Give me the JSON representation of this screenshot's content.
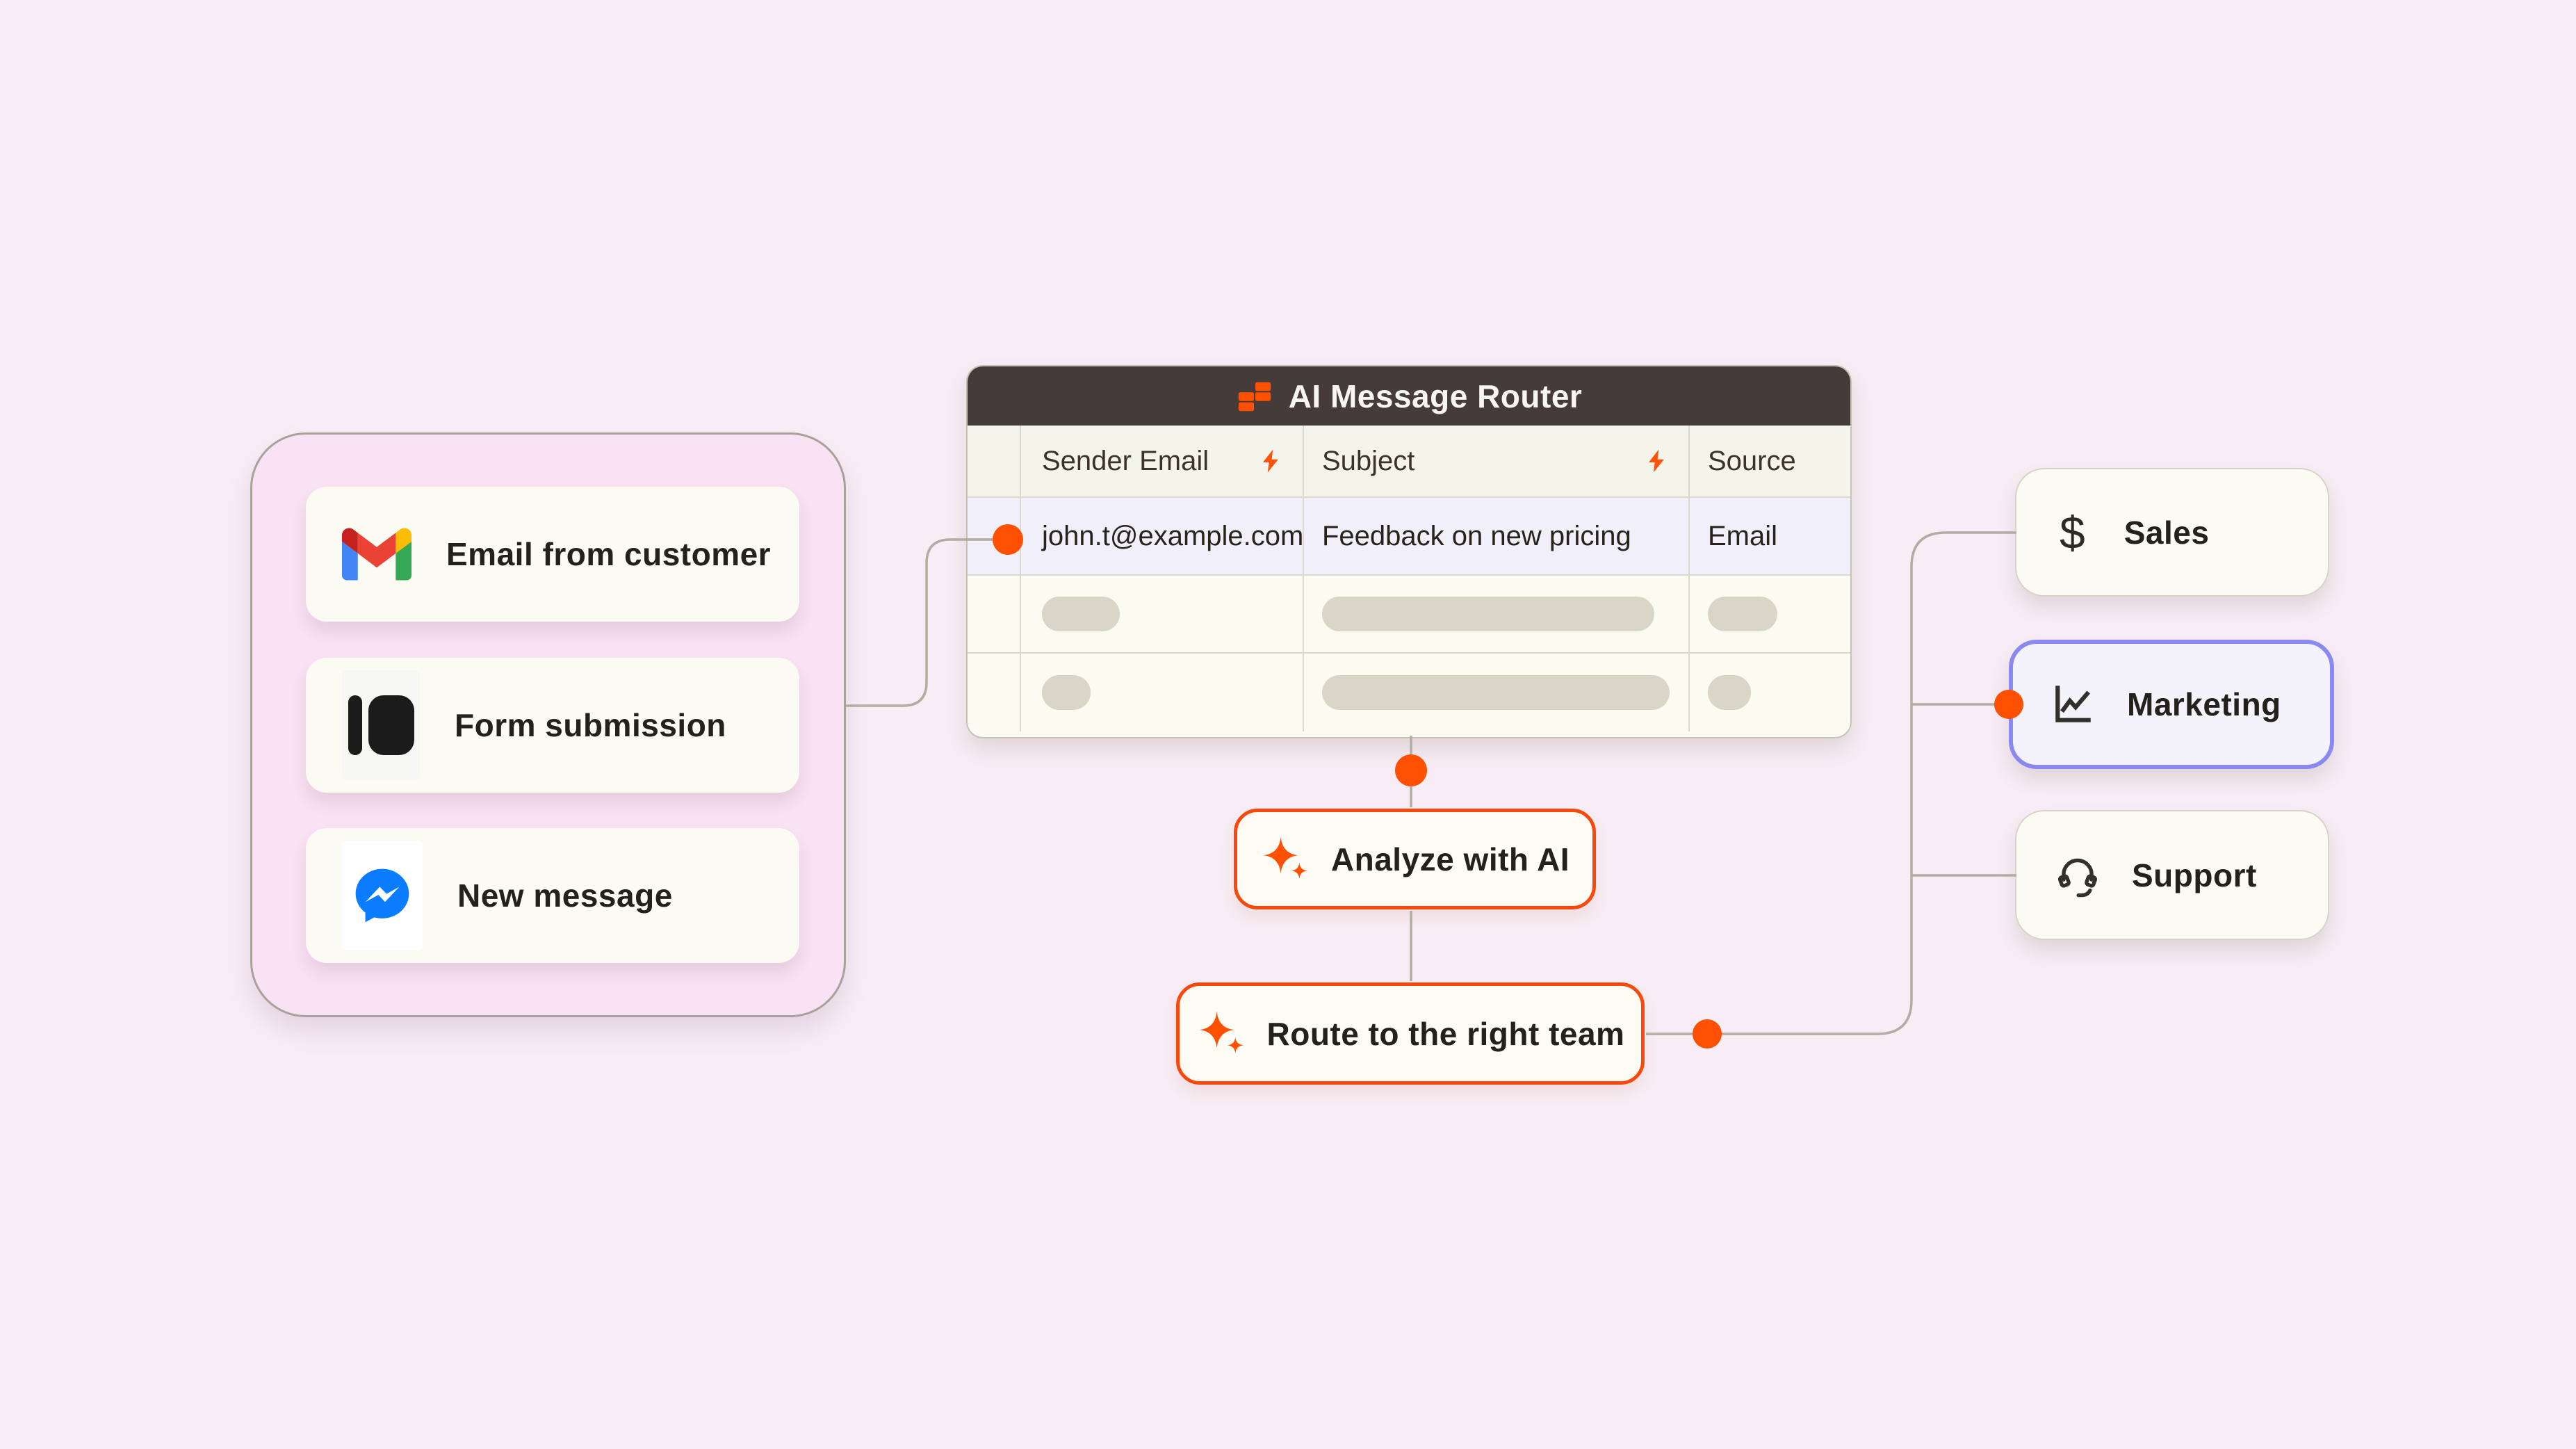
{
  "colors": {
    "accent_orange": "#ff4f00",
    "marketing_selected_border": "#8a89ef",
    "connector_gray": "#b3aca2",
    "table_header_bg": "#453b38",
    "panel_pink": "#f9e2f3",
    "card_cream": "#fcfbf3",
    "page_bg": "#f8edf5",
    "highlight_row_bg": "#f0effa"
  },
  "sources_panel": {
    "cards": [
      {
        "label": "Email from customer",
        "icon": "gmail-icon"
      },
      {
        "label": "Form submission",
        "icon": "typeform-icon"
      },
      {
        "label": "New message",
        "icon": "messenger-icon"
      }
    ]
  },
  "router_table": {
    "title": "AI Message Router",
    "title_icon": "tables-icon",
    "columns": {
      "sender": "Sender Email",
      "subject": "Subject",
      "source": "Source"
    },
    "ai_columns": [
      "Sender Email",
      "Subject"
    ],
    "row": {
      "sender": "john.t@example.com",
      "subject": "Feedback on new pricing",
      "source": "Email"
    },
    "placeholder_row_count": 2
  },
  "steps": {
    "analyze": {
      "label": "Analyze with AI",
      "icon": "sparkle-icon"
    },
    "route": {
      "label": "Route to the right team",
      "icon": "sparkle-icon"
    }
  },
  "teams": {
    "sales": {
      "label": "Sales",
      "icon": "dollar-icon",
      "icon_glyph": "$",
      "selected": false
    },
    "marketing": {
      "label": "Marketing",
      "icon": "chart-icon",
      "selected": true
    },
    "support": {
      "label": "Support",
      "icon": "headset-icon",
      "selected": false
    }
  }
}
